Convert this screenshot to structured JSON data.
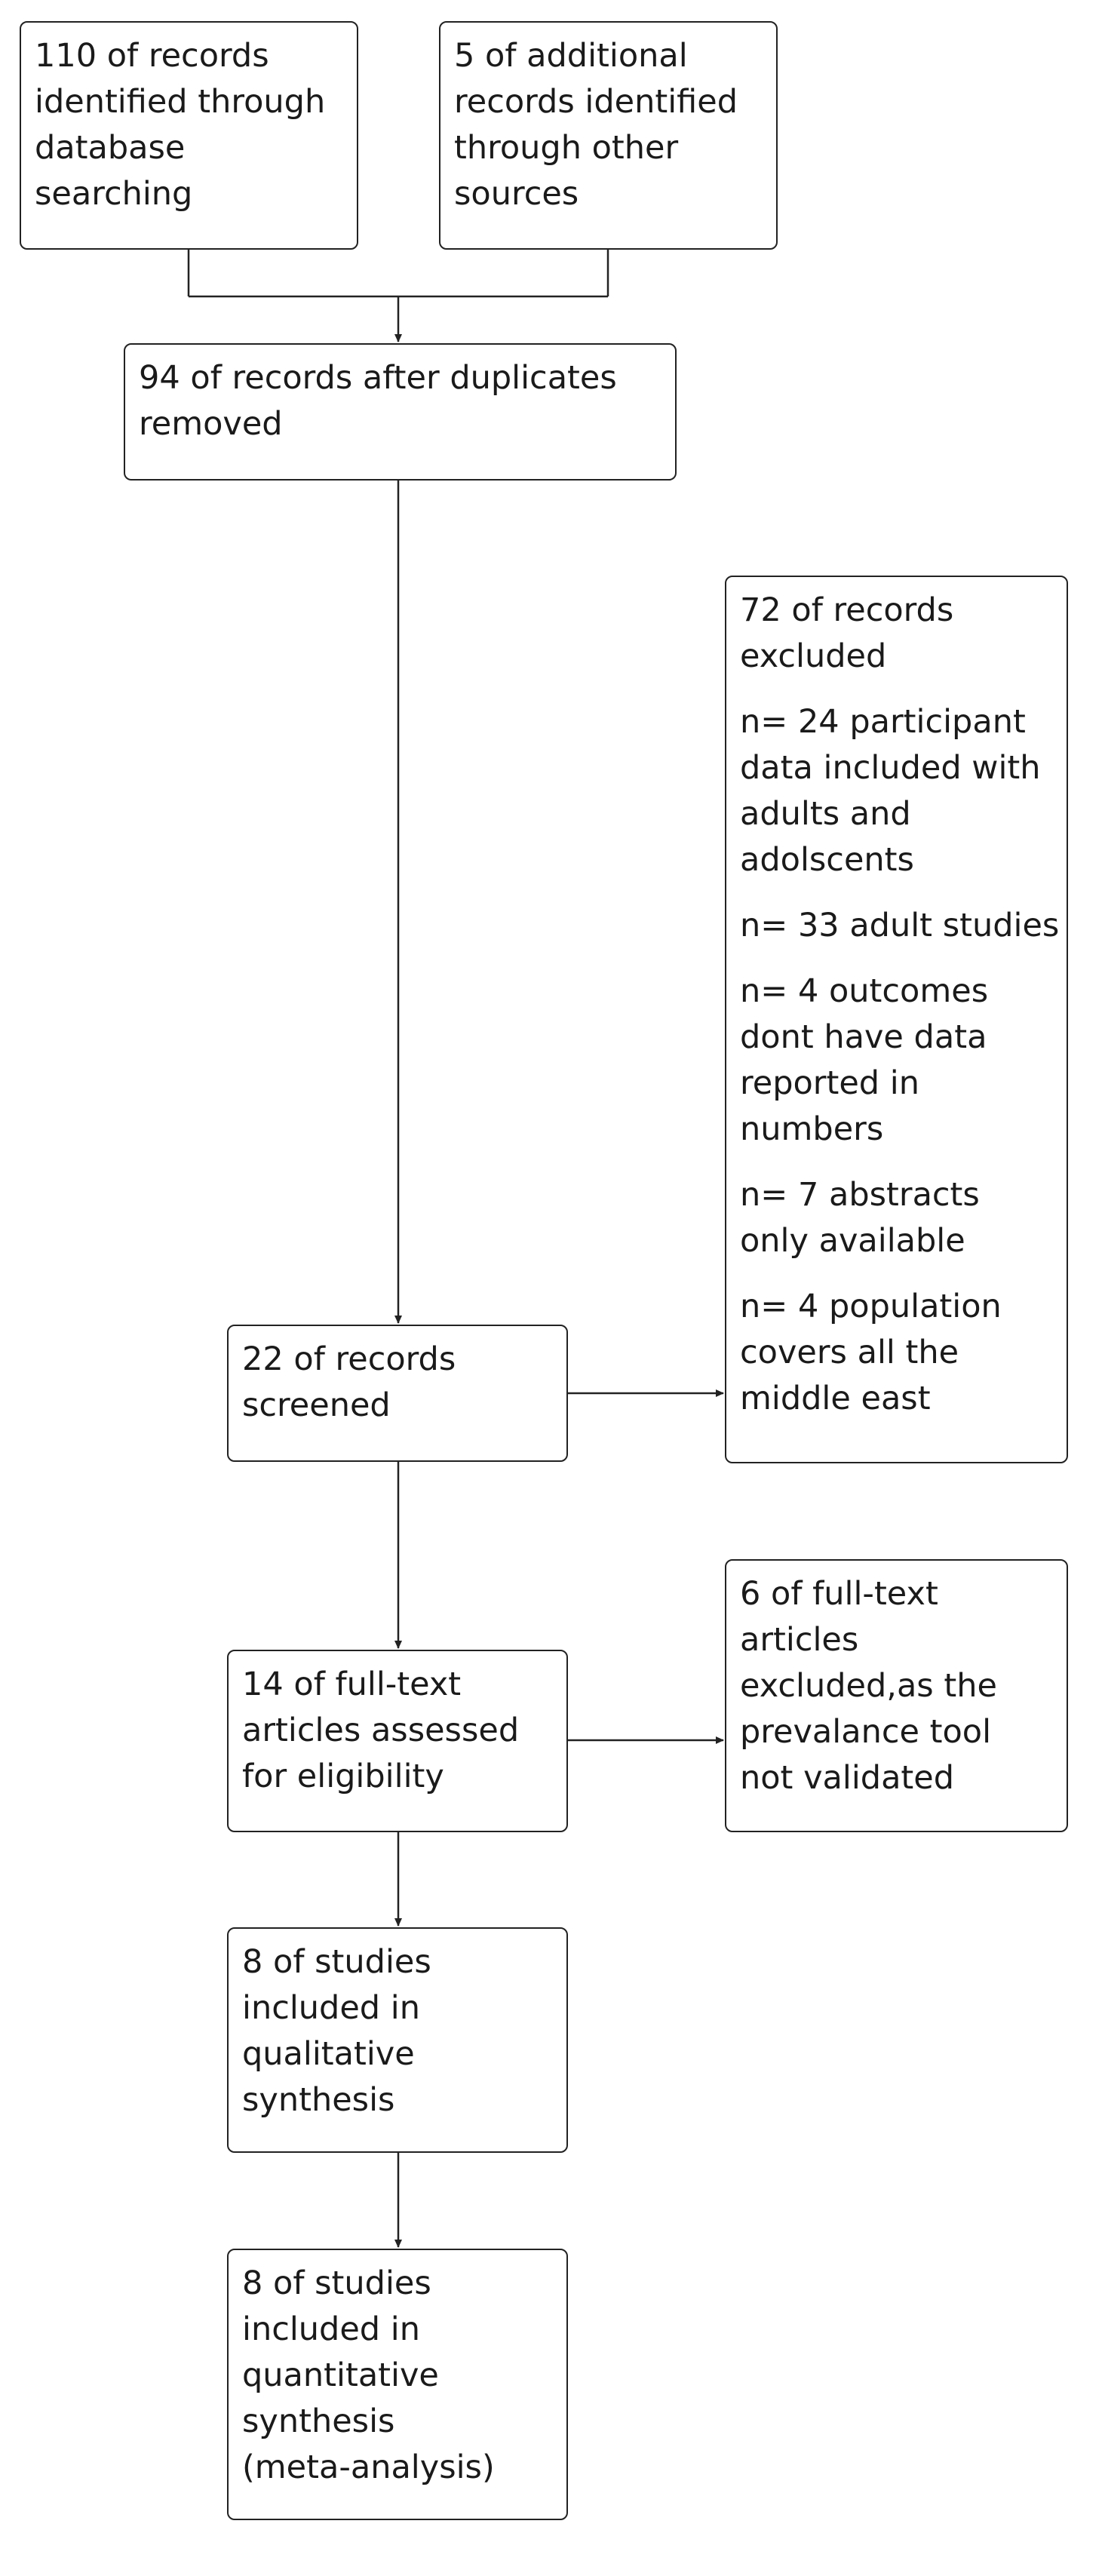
{
  "flow": {
    "database_records": {
      "lines": [
        "110 of records",
        "identified through",
        "database",
        "searching"
      ]
    },
    "other_records": {
      "lines": [
        "5 of additional",
        "records identified",
        "through other",
        "sources"
      ]
    },
    "after_duplicates": {
      "lines": [
        "94 of records after duplicates",
        "removed"
      ]
    },
    "records_excluded": {
      "heading": [
        "72 of records",
        "excluded"
      ],
      "reasons": [
        {
          "lines": [
            "n= 24 participant",
            "data included with",
            "adults and",
            "adolscents"
          ]
        },
        {
          "lines": [
            "n= 33 adult studies"
          ]
        },
        {
          "lines": [
            "n= 4 outcomes",
            "dont have data",
            "reported in",
            "numbers"
          ]
        },
        {
          "lines": [
            "n= 7 abstracts",
            "only available"
          ]
        },
        {
          "lines": [
            "n= 4 population",
            "covers all the",
            "middle east"
          ]
        }
      ]
    },
    "records_screened": {
      "lines": [
        "22 of records",
        "screened"
      ]
    },
    "fulltext_assessed": {
      "lines": [
        "14 of full-text",
        "articles assessed",
        "for eligibility"
      ]
    },
    "fulltext_excluded": {
      "lines": [
        "6 of full-text",
        "articles",
        "excluded,as the",
        "prevalance tool",
        "not validated"
      ]
    },
    "qualitative": {
      "lines": [
        "8 of studies",
        "included in",
        "qualitative",
        "synthesis"
      ]
    },
    "quantitative": {
      "lines": [
        "8 of studies",
        "included in",
        "quantitative",
        "synthesis",
        "(meta-analysis)"
      ]
    }
  }
}
